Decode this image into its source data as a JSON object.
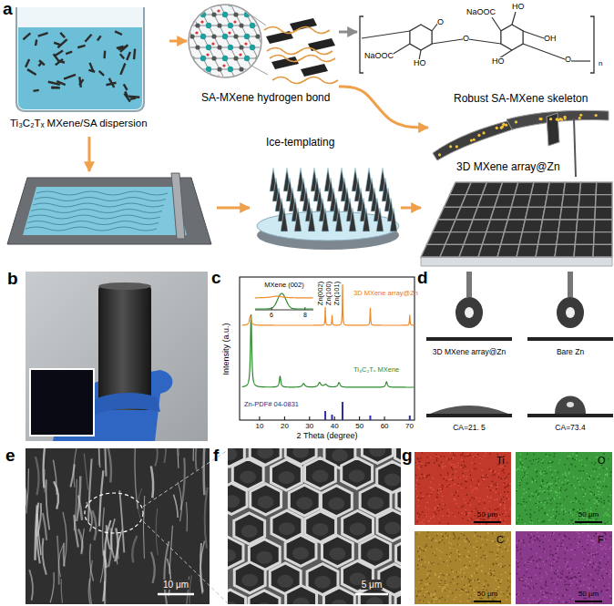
{
  "diagram": {
    "nodes": [
      {
        "text": [
          "Ti₃C₂Tₓ MXene/SA dispersion"
        ]
      },
      {
        "text": [
          "SA-MXene hydrogen bond"
        ]
      },
      {
        "text": [
          "O",
          "NaOOC",
          "HO",
          "O",
          "NaOOC",
          "HO",
          "OH",
          "HO",
          "O",
          "n"
        ]
      },
      {
        "text": [
          "Robust SA-MXene skeleton"
        ]
      }
    ],
    "edges": [
      {
        "from": 0,
        "to": 1,
        "arrow": "to"
      },
      {
        "from": 1,
        "to": 2,
        "arrow": "to"
      },
      {
        "from": 1,
        "to": 3,
        "arrow": "to"
      }
    ],
    "labels": [
      "a",
      "Ice-templating",
      "3D MXene array@Zn",
      "b",
      "c",
      "MXene (002)",
      "6",
      "8",
      "Zn(002)",
      "Zn(100)",
      "Zn(101)",
      "3D MXene array@Zn",
      "Ti₃C₂Tₓ MXene",
      "Zn-PDF# 04-0831",
      "Intensity (a.u.)",
      "10",
      "20",
      "30",
      "40",
      "50",
      "60",
      "70",
      "2 Theta (degree)",
      "d",
      "3D MXene array@Zn",
      "Bare Zn",
      "CA=21. 5",
      "CA=73.4",
      "e",
      "10 μm",
      "f",
      "5 μm",
      "g",
      "Ti",
      "50 μm",
      "O",
      "50 μm",
      "C",
      "50 μm",
      "F",
      "50 μm"
    ]
  }
}
